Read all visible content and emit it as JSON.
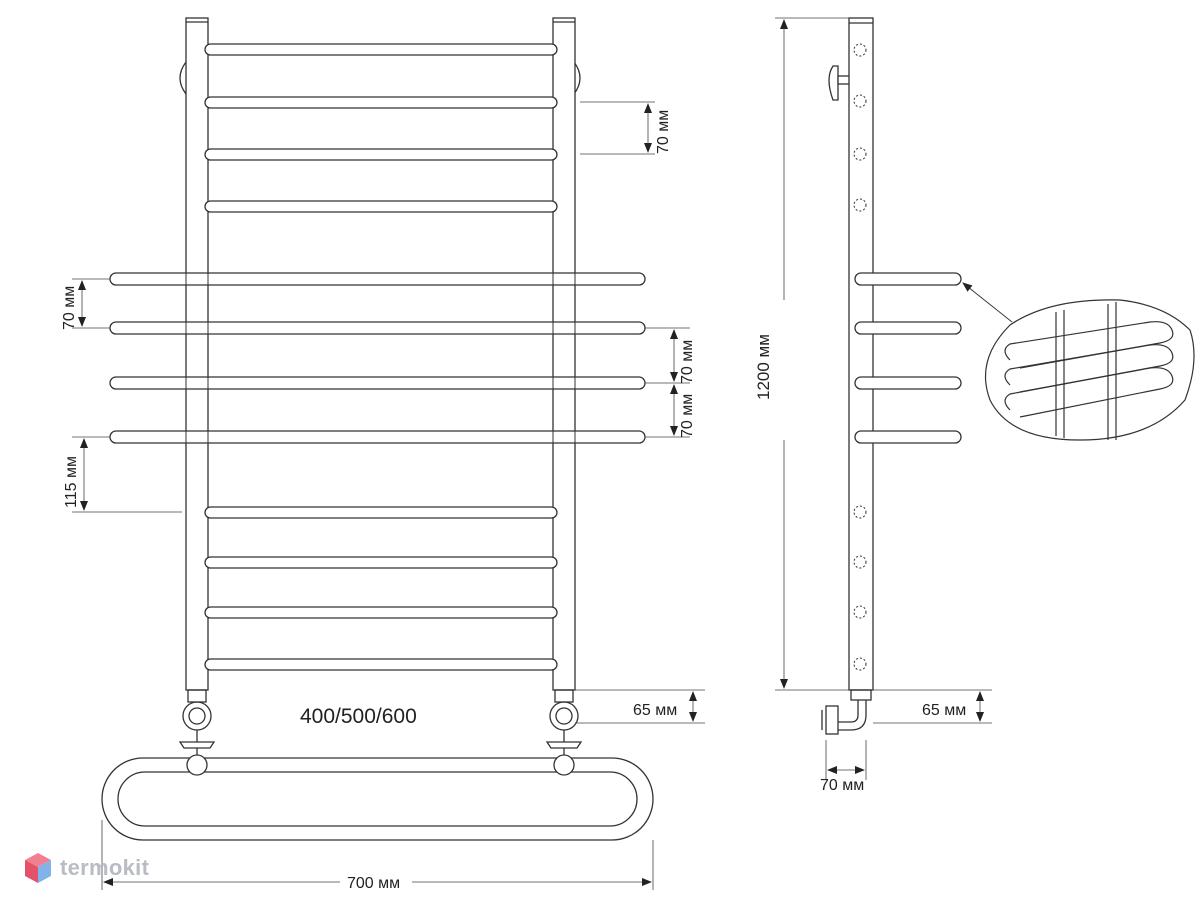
{
  "dimensions": {
    "rung_spacing_top_right": "70 мм",
    "rung_spacing_left": "70 мм",
    "rung_spacing_right_a": "70 мм",
    "rung_spacing_right_b": "70 мм",
    "bottom_offset": "115 мм",
    "connection_width": "400/500/600",
    "connection_height_front": "65 мм",
    "overall_width": "700 мм",
    "overall_height": "1200 мм",
    "connection_height_side": "65 мм",
    "wall_offset": "70 мм"
  },
  "brand": {
    "name": "termokit",
    "accent": "#e4526a",
    "secondary": "#5aa0e0"
  },
  "colors": {
    "line": "#333333",
    "dim_line": "#444444"
  }
}
